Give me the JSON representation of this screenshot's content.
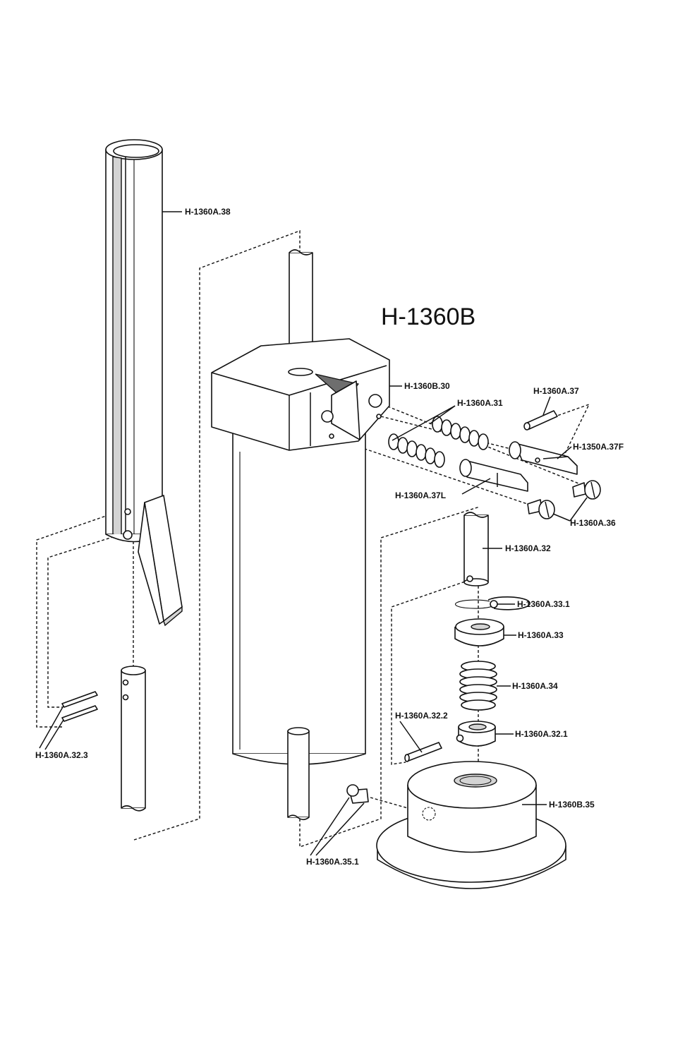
{
  "title": "H-1360B",
  "labels": {
    "tube": "H-1360A.38",
    "housing": "H-1360B.30",
    "spring_small": "H-1360A.31",
    "pin_37": "H-1360A.37",
    "pawl_37f": "H-1350A.37F",
    "pawl_37l": "H-1360A.37L",
    "screw_36": "H-1360A.36",
    "shaft_32": "H-1360A.32",
    "ring_331": "H-1360A.33.1",
    "washer_33": "H-1360A.33",
    "spring_34": "H-1360A.34",
    "pin_322": "H-1360A.32.2",
    "collar_321": "H-1360A.32.1",
    "base_35": "H-1360B.35",
    "pin_323": "H-1360A.32.3",
    "pin_351": "H-1360A.35.1"
  }
}
